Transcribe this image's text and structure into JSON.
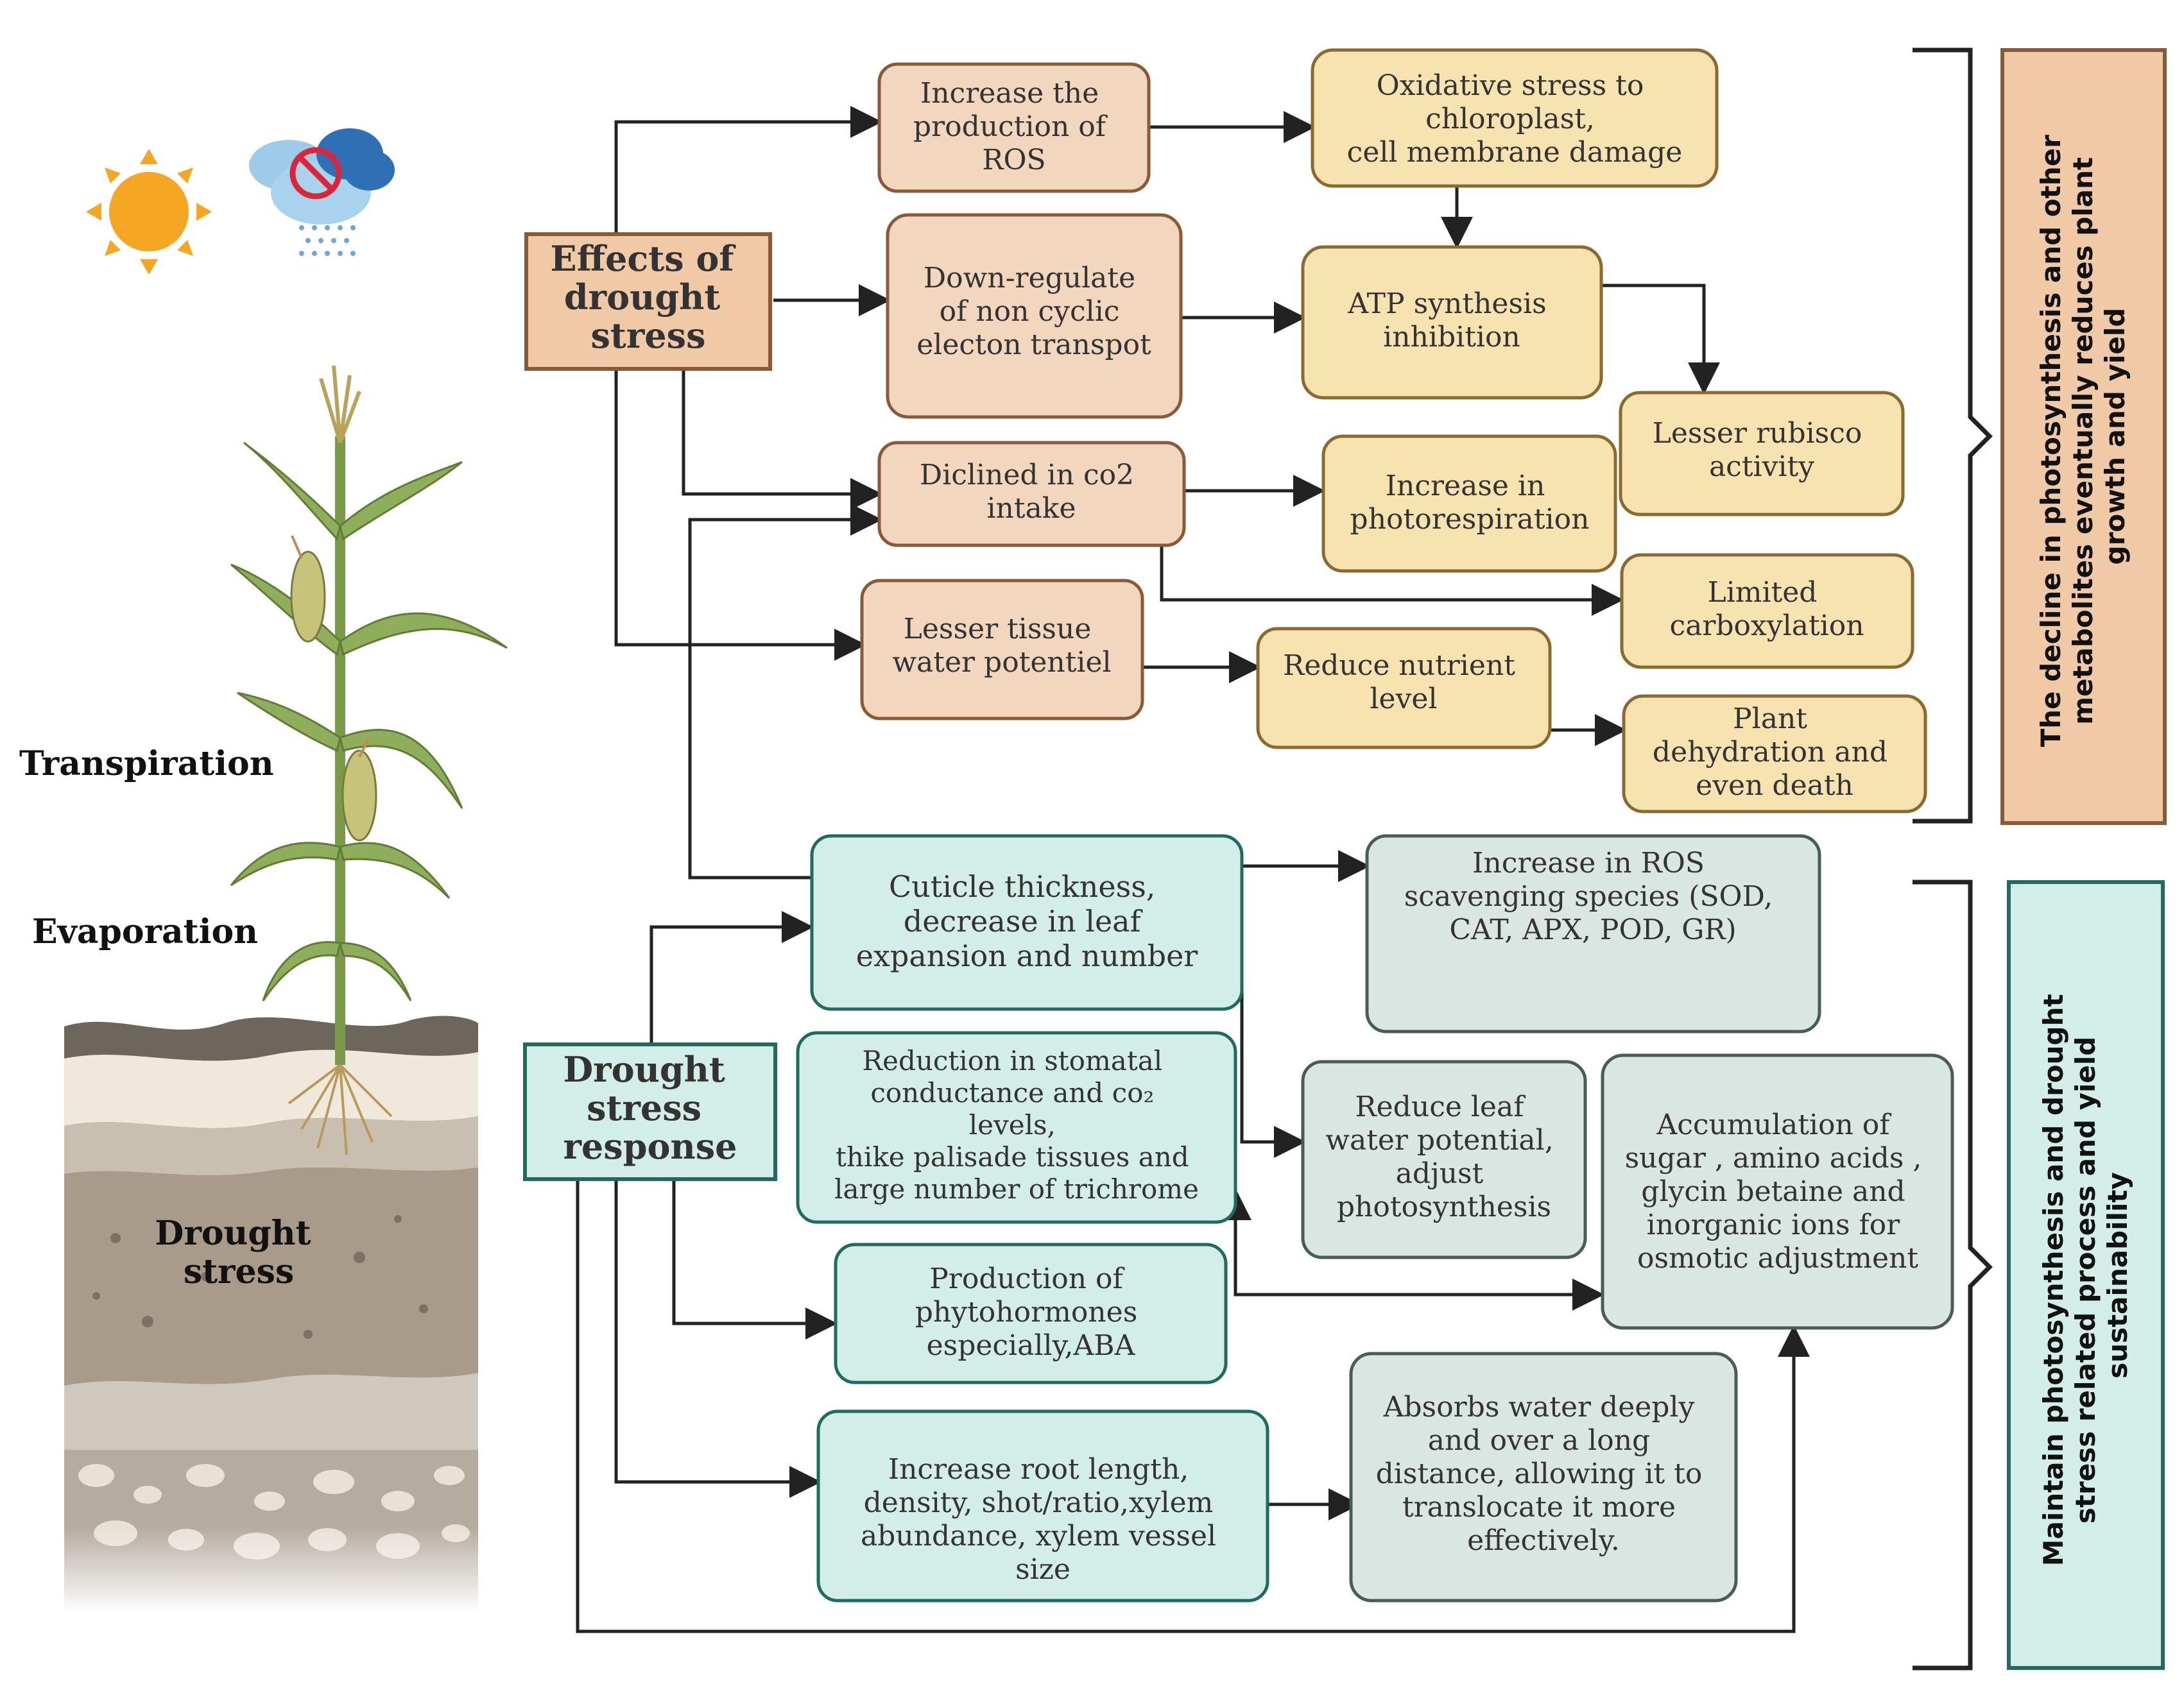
{
  "colors": {
    "effects_box_fill": "#f2d6bd",
    "effects_box_stroke": "#8a5a36",
    "effects_header_fill": "#f0c9a6",
    "yellow_box_fill": "#f7e3b0",
    "yellow_box_stroke": "#8a6a2e",
    "response_box_fill": "#d3eee9",
    "response_box_stroke": "#1f6b60",
    "grey_box_fill": "#d9e6e2",
    "grey_box_stroke": "#4a5c57",
    "decline_fill": "#f0c9a6",
    "maintain_fill": "#d3eee9",
    "arrow": "#222222",
    "sun": "#f5a623",
    "cloud": "#2f6fb3"
  },
  "left_labels": {
    "transpiration": "Transpiration",
    "evaporation": "Evaporation",
    "drought_stress": [
      "Drought",
      "stress"
    ]
  },
  "icons": {
    "sun": "sun-icon",
    "cloud": "no-rain-cloud-icon",
    "plant": "maize-plant-illustration",
    "soil": "soil-layers-illustration"
  },
  "nodes": {
    "effects": [
      "Effects of",
      "drought",
      "stress"
    ],
    "ros": [
      "Increase the",
      "production of",
      "ROS"
    ],
    "oxidative": [
      "Oxidative  stress to",
      "chloroplast,",
      "cell membrane damage"
    ],
    "downreg": [
      "Down-regulate",
      "of non cyclic",
      "electon transpot"
    ],
    "atp": [
      "ATP synthesis",
      "inhibition"
    ],
    "rubisco": [
      "Lesser rubisco",
      "activity"
    ],
    "co2": [
      "Diclined  in co2",
      "intake"
    ],
    "photoresp": [
      "Increase in",
      "photorespiration"
    ],
    "carboxylation": [
      "Limited",
      "carboxylation"
    ],
    "tissue": [
      "Lesser tissue",
      "water potentiel"
    ],
    "nutrient": [
      "Reduce nutrient",
      "level"
    ],
    "dehydration": [
      "Plant",
      "dehydration and",
      "even death"
    ],
    "response": [
      "Drought",
      "stress",
      "response"
    ],
    "cuticle": [
      "Cuticle thickness,",
      "decrease in leaf",
      "expansion and number"
    ],
    "ros_scav": [
      "Increase in ROS",
      "scavenging species (SOD,",
      "CAT, APX, POD, GR)"
    ],
    "stomatal": [
      "Reduction  in stomatal",
      "conductance and co₂",
      "levels,",
      "thike palisade tissues and",
      "large number of trichrome"
    ],
    "leafwp": [
      "Reduce  leaf",
      "water potential,",
      "adjust",
      "photosynthesis"
    ],
    "accum": [
      "Accumulation of",
      "sugar , amino acids ,",
      "glycin betaine  and",
      "inorganic ions for",
      "osmotic adjustment"
    ],
    "phyto": [
      "Production of",
      "phytohormones",
      "especially,ABA"
    ],
    "root": [
      "Increase root length,",
      "density, shot/ratio,xylem",
      "abundance, xylem vessel",
      "size"
    ],
    "absorb": [
      "Absorbs water deeply",
      "and over a long",
      "distance, allowing it to",
      "translocate it more",
      "effectively."
    ]
  },
  "side_panels": {
    "decline": [
      "The decline in photosynthesis and other",
      "metabolites eventually reduces plant",
      "growth and yield"
    ],
    "maintain": [
      "Maintain photosynthesis and drought",
      "stress related process and yield",
      "sustainability"
    ]
  }
}
